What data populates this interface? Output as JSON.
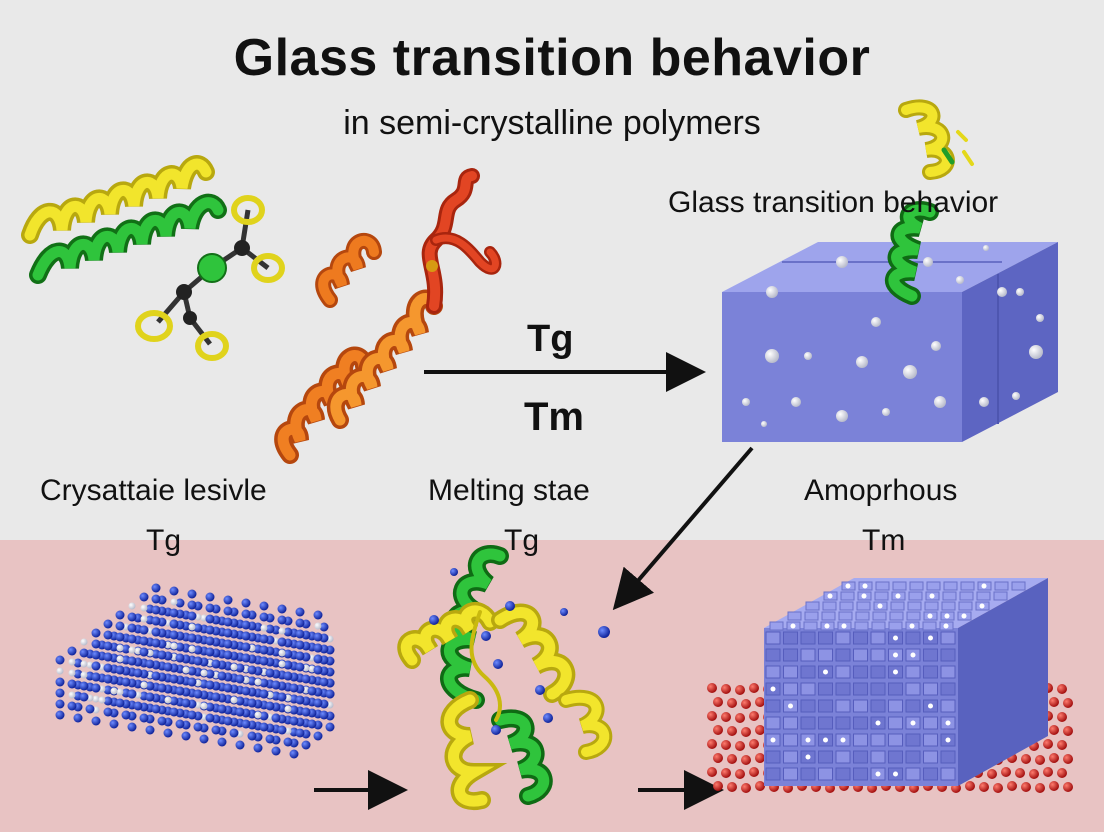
{
  "title": "Glass transition behavior",
  "subtitle": "in semi-crystalline polymers",
  "inset_label": "Glass transition behavior",
  "arrow_labels": {
    "top": "Tg",
    "bottom": "Tm"
  },
  "stages": [
    {
      "label": "Crysattaie lesivle",
      "temp": "Tg"
    },
    {
      "label": "Melting stae",
      "temp": "Tg"
    },
    {
      "label": "Amoprhous",
      "temp": "Tm"
    }
  ],
  "colors": {
    "top_background": "#e9e9e9",
    "bottom_background": "#e8c3c3",
    "helix_yellow": "#e4d81a",
    "helix_green": "#1f9e2a",
    "helix_orange": "#e8731e",
    "helix_red": "#d9361c",
    "block_blue": "#7b82d8",
    "atom_blue": "#1f3ec8",
    "atom_red": "#d81e1e"
  },
  "icons": [
    "protein-helix-icon",
    "molecule-icon",
    "amorphous-block-icon",
    "crystal-lattice-icon",
    "arrow-icon"
  ]
}
